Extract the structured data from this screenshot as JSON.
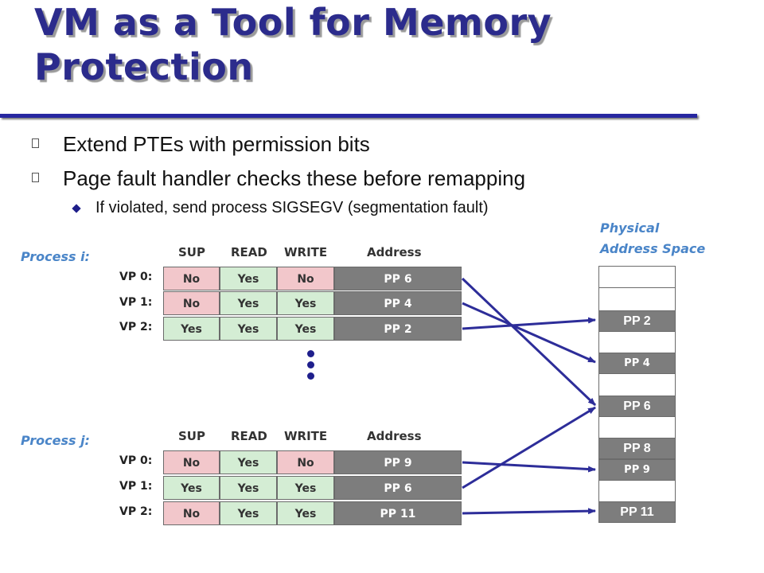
{
  "title": "VM as a Tool for Memory Protection",
  "bullets": [
    {
      "text": "Extend PTEs with permission bits"
    },
    {
      "text": "Page fault handler checks these before remapping"
    }
  ],
  "sub_bullet": {
    "text": "If violated, send process SIGSEGV (segmentation fault)"
  },
  "physical_label": [
    "Physical",
    "Address Space"
  ],
  "columns": [
    "SUP",
    "READ",
    "WRITE",
    "Address"
  ],
  "process_i": {
    "label": "Process i:",
    "rows": [
      {
        "vp": "VP 0:",
        "sup": "No",
        "read": "Yes",
        "write": "No",
        "addr": "PP 6"
      },
      {
        "vp": "VP 1:",
        "sup": "No",
        "read": "Yes",
        "write": "Yes",
        "addr": "PP 4"
      },
      {
        "vp": "VP 2:",
        "sup": "Yes",
        "read": "Yes",
        "write": "Yes",
        "addr": "PP 2"
      }
    ]
  },
  "process_j": {
    "label": "Process j:",
    "rows": [
      {
        "vp": "VP 0:",
        "sup": "No",
        "read": "Yes",
        "write": "No",
        "addr": "PP 9"
      },
      {
        "vp": "VP 1:",
        "sup": "Yes",
        "read": "Yes",
        "write": "Yes",
        "addr": "PP 6"
      },
      {
        "vp": "VP 2:",
        "sup": "No",
        "read": "Yes",
        "write": "Yes",
        "addr": "PP 11"
      }
    ]
  },
  "physical_pages": [
    "PP 2",
    "PP 4",
    "PP 6",
    "PP 8",
    "PP 9",
    "PP 11"
  ],
  "colors": {
    "title": "#2b2b8c",
    "no_cell": "#f2c7cb",
    "yes_cell": "#d4edd4",
    "address_cell": "#7d7d7d",
    "arrow": "#2d2d99",
    "process_label": "#4a85c8"
  }
}
